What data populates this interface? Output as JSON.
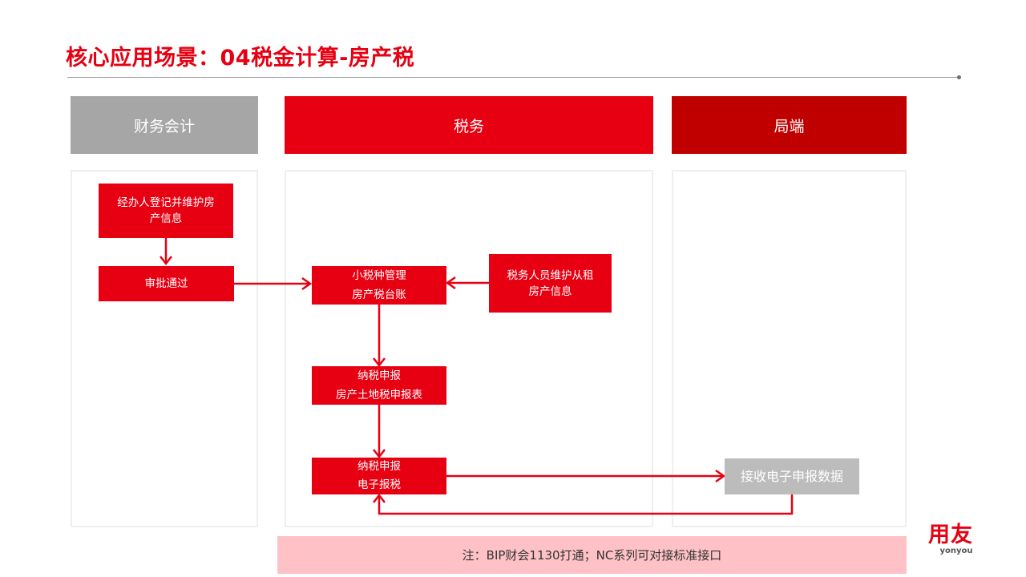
{
  "page": {
    "title": "核心应用场景：04税金计算-房产税"
  },
  "lanes": [
    {
      "id": "finance",
      "label": "财务会计",
      "color": "#a6a6a6"
    },
    {
      "id": "tax",
      "label": "税务",
      "color": "#e60012"
    },
    {
      "id": "bureau",
      "label": "局端",
      "color": "#c00000"
    }
  ],
  "nodes": {
    "register": {
      "lines": [
        "经办人登记并维护房",
        "产信息"
      ]
    },
    "approve": {
      "lines": [
        "审批通过"
      ]
    },
    "ledger": {
      "lines": [
        "小税种管理",
        "房产税台账"
      ]
    },
    "maintain_rent": {
      "lines": [
        "税务人员维护从租",
        "房产信息"
      ]
    },
    "declare_form": {
      "lines": [
        "纳税申报",
        "房产土地税申报表"
      ]
    },
    "e_filing": {
      "lines": [
        "纳税申报",
        "电子报税"
      ]
    },
    "receive": {
      "lines": [
        "接收电子申报数据"
      ]
    }
  },
  "edges": [
    {
      "from": "register",
      "to": "approve"
    },
    {
      "from": "approve",
      "to": "ledger"
    },
    {
      "from": "maintain_rent",
      "to": "ledger"
    },
    {
      "from": "ledger",
      "to": "declare_form"
    },
    {
      "from": "declare_form",
      "to": "e_filing"
    },
    {
      "from": "e_filing",
      "to": "receive"
    },
    {
      "from": "receive",
      "to": "e_filing"
    }
  ],
  "colors": {
    "accent": "#e60012",
    "node_gray": "#bcbcbc",
    "note_bg": "#fec2c6"
  },
  "note": "注：BIP财会1130打通；NC系列可对接标准接口",
  "logo": {
    "cn": "用友",
    "en": "yonyou"
  }
}
